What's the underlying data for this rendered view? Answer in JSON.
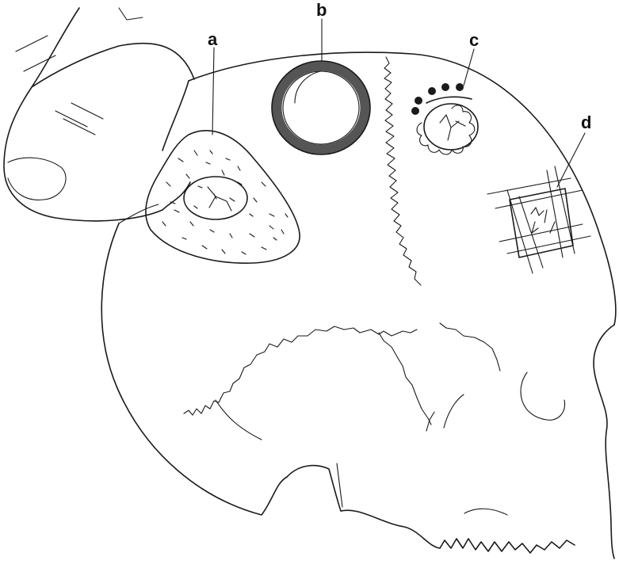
{
  "figure": {
    "labels": [
      {
        "id": "a",
        "text": "a"
      },
      {
        "id": "b",
        "text": "b"
      },
      {
        "id": "c",
        "text": "c"
      },
      {
        "id": "d",
        "text": "d"
      }
    ]
  },
  "colors": {
    "ink": "#1a1a1a",
    "trephine_ring": "#555555",
    "background": "#ffffff"
  }
}
